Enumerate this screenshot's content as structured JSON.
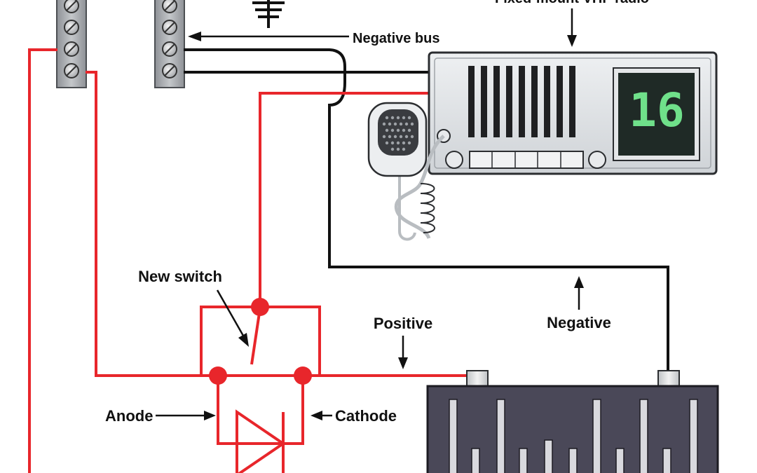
{
  "labels": {
    "radio_title": "Fixed-mount VHF radio",
    "negative_bus": "Negative bus",
    "new_switch": "New switch",
    "positive": "Positive",
    "negative": "Negative",
    "anode": "Anode",
    "cathode": "Cathode"
  },
  "radio": {
    "channel": "16"
  },
  "colors": {
    "positive_wire": "#e8262b",
    "negative_wire": "#111111",
    "lcd_text": "#6fe08a",
    "battery_body": "#4a4858",
    "bus_bar": "#a6a9ad"
  }
}
